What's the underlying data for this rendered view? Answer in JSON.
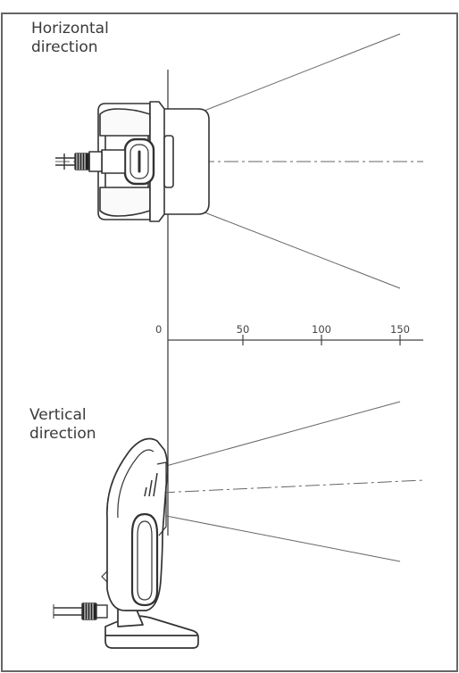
{
  "horizontal": {
    "title_line1": "Horizontal",
    "title_line2": "direction"
  },
  "vertical": {
    "title_line1": "Vertical",
    "title_line2": "direction"
  },
  "scale": {
    "ticks": [
      "0",
      "50",
      "100",
      "150"
    ]
  },
  "colors": {
    "border": "#666666",
    "line": "#555555",
    "device_stroke": "#333333"
  }
}
